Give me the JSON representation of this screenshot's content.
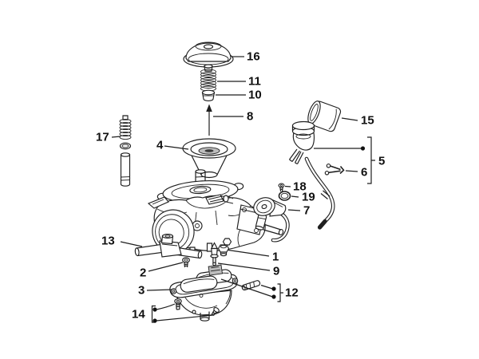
{
  "style": {
    "background": "#ffffff",
    "ink": "#1f1f1f",
    "label_color": "#111111",
    "connector_dot_color": "#111111"
  },
  "diagram": {
    "labels": {
      "n1": "1",
      "n2": "2",
      "n3": "3",
      "n4": "4",
      "n5": "5",
      "n6": "6",
      "n7": "7",
      "n8": "8",
      "n9": "9",
      "n10": "10",
      "n11": "11",
      "n12": "12",
      "n13": "13",
      "n14": "14",
      "n15": "15",
      "n16": "16",
      "n17": "17",
      "n18": "18",
      "n19": "19"
    }
  }
}
